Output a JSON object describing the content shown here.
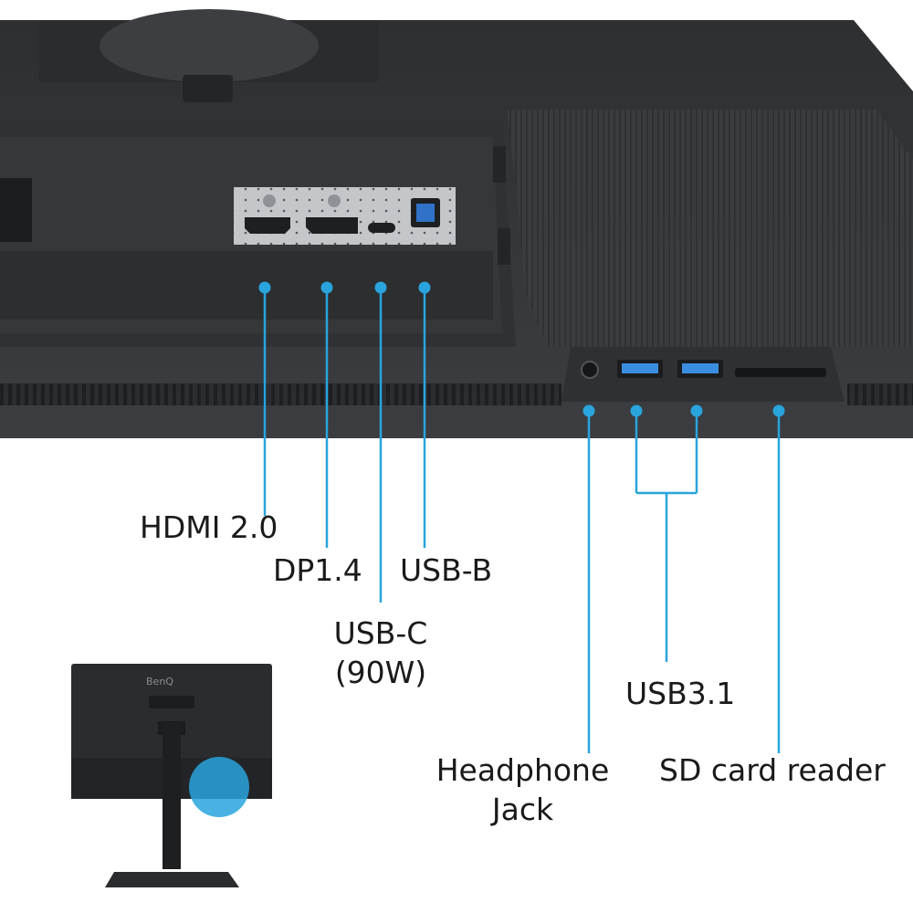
{
  "brand_logo": "BenQ",
  "accent_color": "#29a4dd",
  "ports": {
    "hdmi": "HDMI 2.0",
    "dp": "DP1.4",
    "usbb": "USB-B",
    "usbc_line1": "USB-C",
    "usbc_line2": "(90W)",
    "usb31": "USB3.1",
    "headphone_line1": "Headphone",
    "headphone_line2": "Jack",
    "sd": "SD card reader"
  }
}
